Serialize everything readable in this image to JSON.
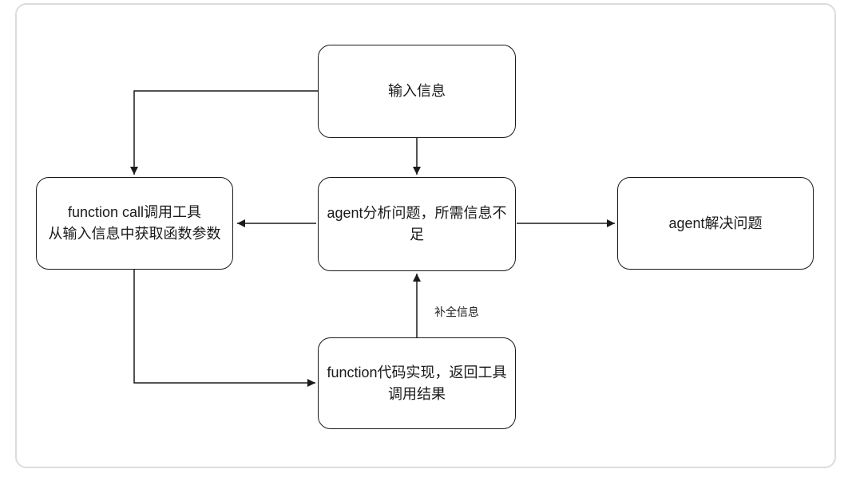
{
  "diagram": {
    "type": "flowchart",
    "nodes": {
      "input": {
        "label": "输入信息"
      },
      "function_call": {
        "label": "function call调用工具\n从输入信息中获取函数参数"
      },
      "agent_analyze": {
        "label": "agent分析问题，所需信息不\n足"
      },
      "agent_solve": {
        "label": "agent解决问题"
      },
      "function_impl": {
        "label": "function代码实现，返回工具\n调用结果"
      }
    },
    "edges": [
      {
        "from": "input",
        "to": "agent_analyze",
        "label": ""
      },
      {
        "from": "input",
        "to": "function_call",
        "label": ""
      },
      {
        "from": "agent_analyze",
        "to": "function_call",
        "label": ""
      },
      {
        "from": "agent_analyze",
        "to": "agent_solve",
        "label": ""
      },
      {
        "from": "function_call",
        "to": "function_impl",
        "label": ""
      },
      {
        "from": "function_impl",
        "to": "agent_analyze",
        "label": "补全信息"
      }
    ],
    "edge_labels": {
      "complete_info": "补全信息"
    },
    "colors": {
      "node_border": "#1a1a1a",
      "node_fill": "#ffffff",
      "edge_stroke": "#1a1a1a",
      "text": "#1a1a1a",
      "frame_border": "#dcdcdc",
      "background": "#ffffff"
    }
  }
}
